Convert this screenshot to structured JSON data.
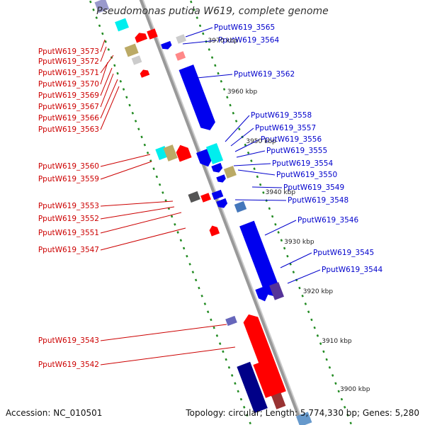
{
  "title": "Pseudomonas putida W619, complete genome",
  "footer": {
    "accession": "Accession: NC_010501",
    "info": "Topology: circular; Length: 5,774,330 bp; Genes: 5,280"
  },
  "colors": {
    "forward_strand": "#ff0000",
    "reverse_strand": "#0000ee",
    "backbone": "#999999",
    "tick": "#228b22",
    "label_left": "#cc0000",
    "label_right": "#0000cc"
  },
  "scale_labels": [
    "3970 kbp",
    "3960 kbp",
    "3950 kbp",
    "3940 kbp",
    "3930 kbp",
    "3920 kbp",
    "3910 kbp",
    "3900 kbp"
  ],
  "genes_left": [
    "PputW619_3573",
    "PputW619_3572",
    "PputW619_3571",
    "PputW619_3570",
    "PputW619_3569",
    "PputW619_3567",
    "PputW619_3566",
    "PputW619_3563",
    "PputW619_3560",
    "PputW619_3559",
    "PputW619_3553",
    "PputW619_3552",
    "PputW619_3551",
    "PputW619_3547",
    "PputW619_3543",
    "PputW619_3542"
  ],
  "genes_right": [
    "PputW619_3565",
    "PputW619_3564",
    "PputW619_3562",
    "PputW619_3558",
    "PputW619_3557",
    "PputW619_3556",
    "PputW619_3555",
    "PputW619_3554",
    "PputW619_3550",
    "PputW619_3549",
    "PputW619_3548",
    "PputW619_3546",
    "PputW619_3545",
    "PputW619_3544"
  ]
}
